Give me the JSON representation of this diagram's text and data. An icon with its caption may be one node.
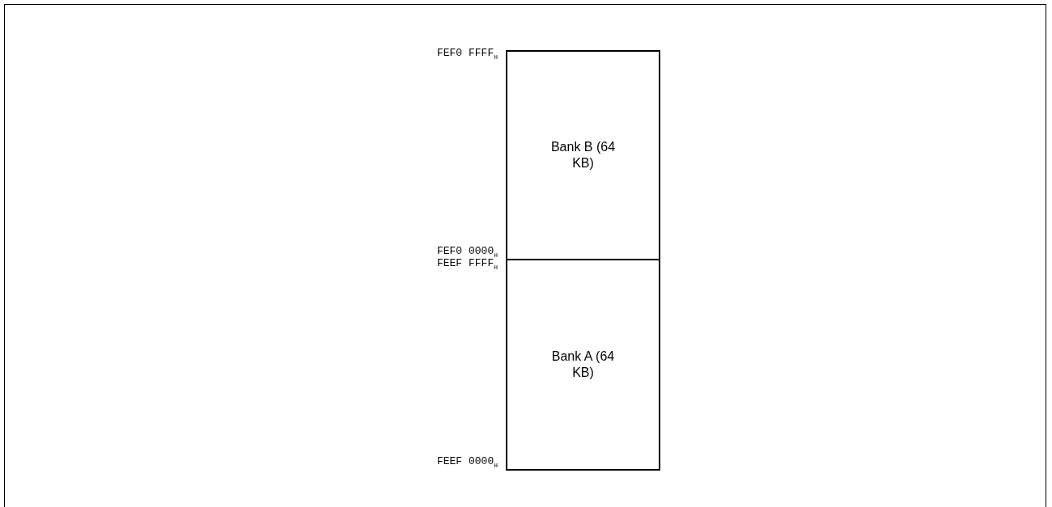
{
  "diagram": {
    "nodes": [
      {
        "text": [
          "Bank B (64 KB)"
        ]
      },
      {
        "text": [
          "Bank A (64 KB)"
        ]
      }
    ],
    "labels": [
      "FEF0 FFFF$_{H}$",
      "FEF0 0000$_{H}$",
      "FEEF FFFF$_{H}$",
      "FEEF 0000$_{H}$"
    ]
  }
}
